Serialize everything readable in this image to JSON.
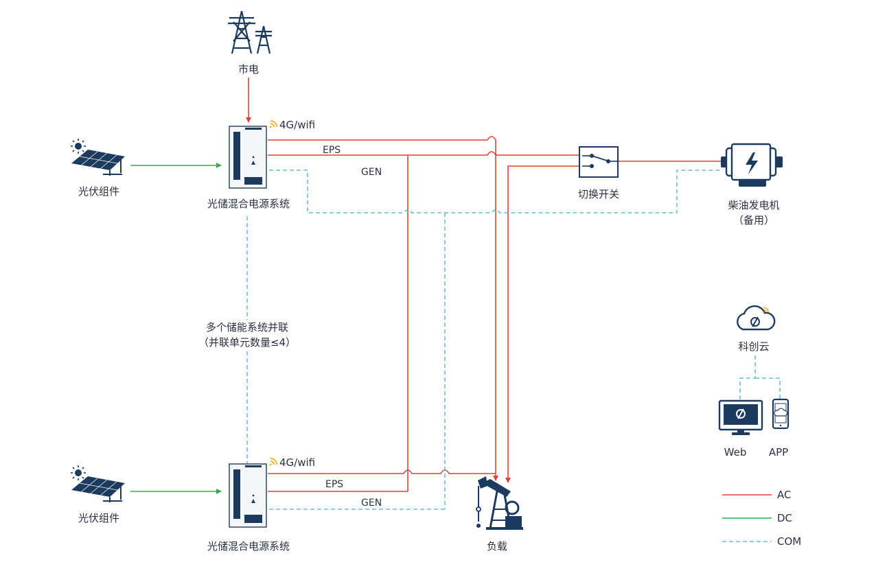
{
  "labels": {
    "grid": "市电",
    "pv_top": "光伏组件",
    "pv_bottom": "光伏组件",
    "hybrid_top": "光储混合电源系统",
    "hybrid_bottom": "光储混合电源系统",
    "wifi_top": "4G/wifi",
    "wifi_bottom": "4G/wifi",
    "eps_top": "EPS",
    "gen_top": "GEN",
    "eps_bottom": "EPS",
    "gen_bottom": "GEN",
    "switch": "切换开关",
    "generator_line1": "柴油发电机",
    "generator_line2": "（备用）",
    "parallel_line1": "多个储能系统并联",
    "parallel_line2": "（并联单元数量≤4）",
    "cloud": "科创云",
    "web": "Web",
    "app": "APP",
    "load": "负载"
  },
  "legend": [
    {
      "label": "AC",
      "color": "#e0413a"
    },
    {
      "label": "DC",
      "color": "#3aab4a"
    },
    {
      "label": "COM",
      "color": "#4aaed0"
    }
  ],
  "icons": {
    "grid": "power-tower-icon",
    "pv": "solar-panel-icon",
    "sun": "sun-icon",
    "hybrid": "hybrid-cabinet-icon",
    "wifi": "wifi-signal-icon",
    "switch": "transfer-switch-icon",
    "generator": "diesel-generator-icon",
    "cloud": "cloud-icon",
    "monitor": "monitor-icon",
    "phone": "phone-icon",
    "load": "pump-jack-icon"
  },
  "colors": {
    "ac": "#e0413a",
    "dc": "#3aab4a",
    "com": "#4aaed0",
    "navy": "#1c3a5e",
    "signal": "#f2b01e"
  }
}
